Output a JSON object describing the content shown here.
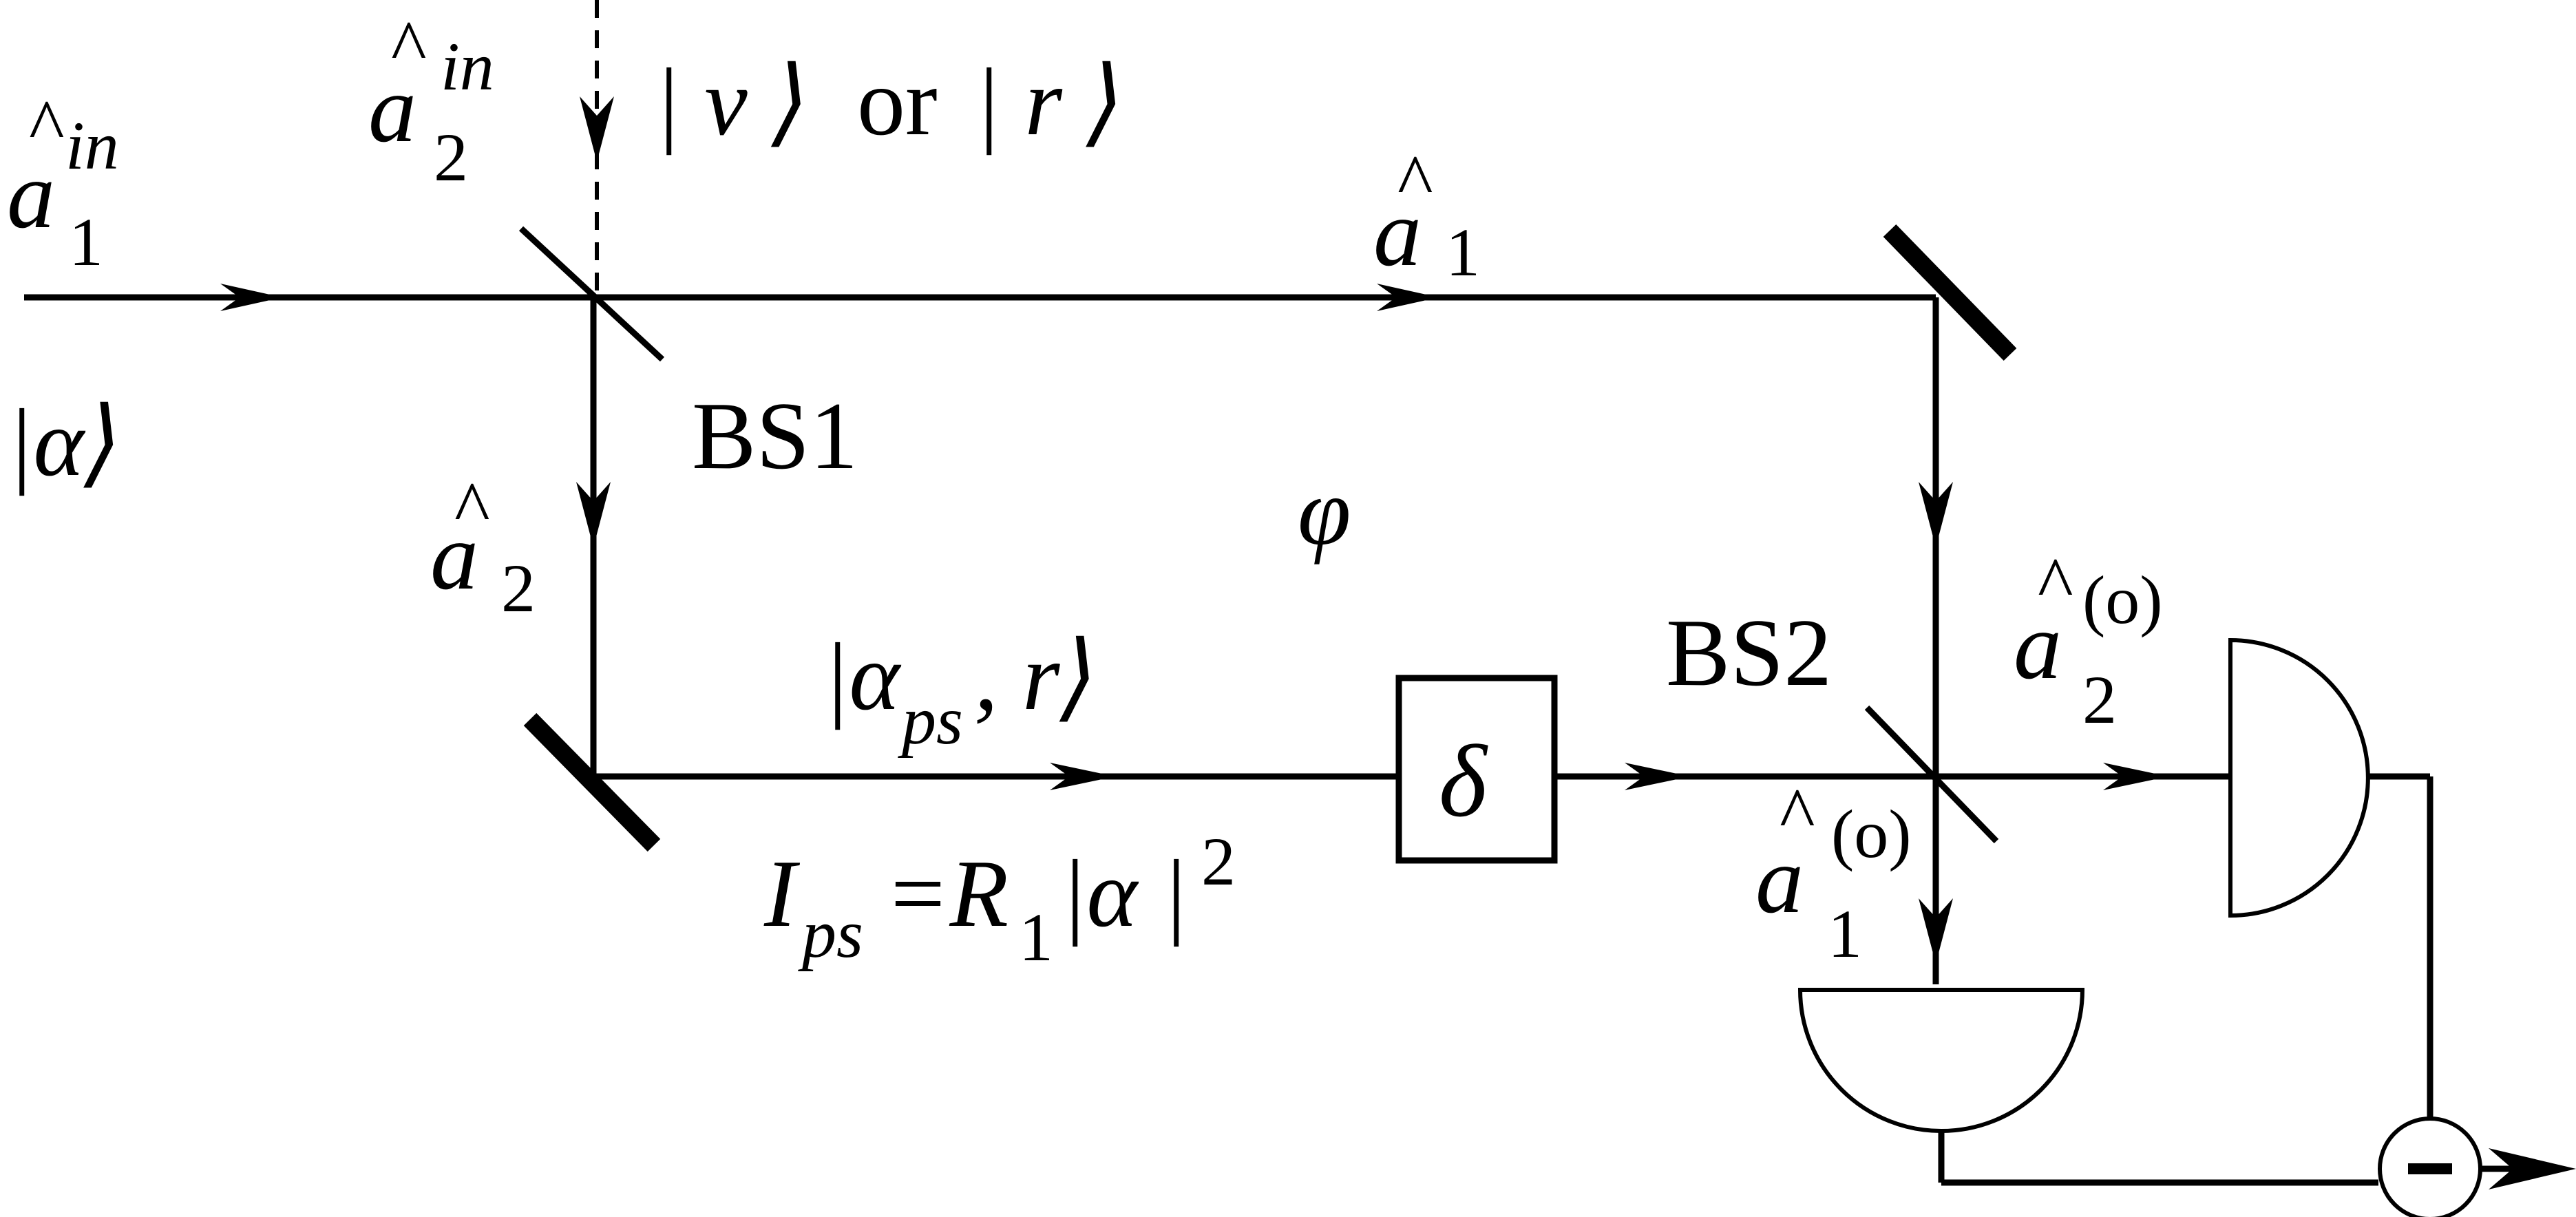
{
  "inputs": {
    "a1_in": {
      "base": "a",
      "sub": "1",
      "sup": "in"
    },
    "a2_in": {
      "base": "a",
      "sub": "2",
      "sup": "in"
    },
    "state_alpha": "|α⟩",
    "vacuum_or_squeezed": {
      "part1": "| v ⟩",
      "or": "or",
      "part2": "| r ⟩"
    }
  },
  "modes": {
    "a1": {
      "base": "a",
      "sub": "1"
    },
    "a2": {
      "base": "a",
      "sub": "2"
    },
    "a1_out": {
      "base": "a",
      "sub": "1",
      "sup": "(o)"
    },
    "a2_out": {
      "base": "a",
      "sub": "2",
      "sup": "(o)"
    }
  },
  "components": {
    "bs1": "BS1",
    "bs2": "BS2",
    "phase": "φ",
    "delta": "δ"
  },
  "path_state": {
    "alpha": "|α",
    "sub": "ps",
    "rest": ", r⟩"
  },
  "intensity": {
    "I": "I",
    "sub": "ps",
    "eq": "=R",
    "r_sub": "1",
    "abs": "|α |",
    "sq": "2"
  },
  "colors": {
    "line": "#000000",
    "background": "#ffffff"
  }
}
